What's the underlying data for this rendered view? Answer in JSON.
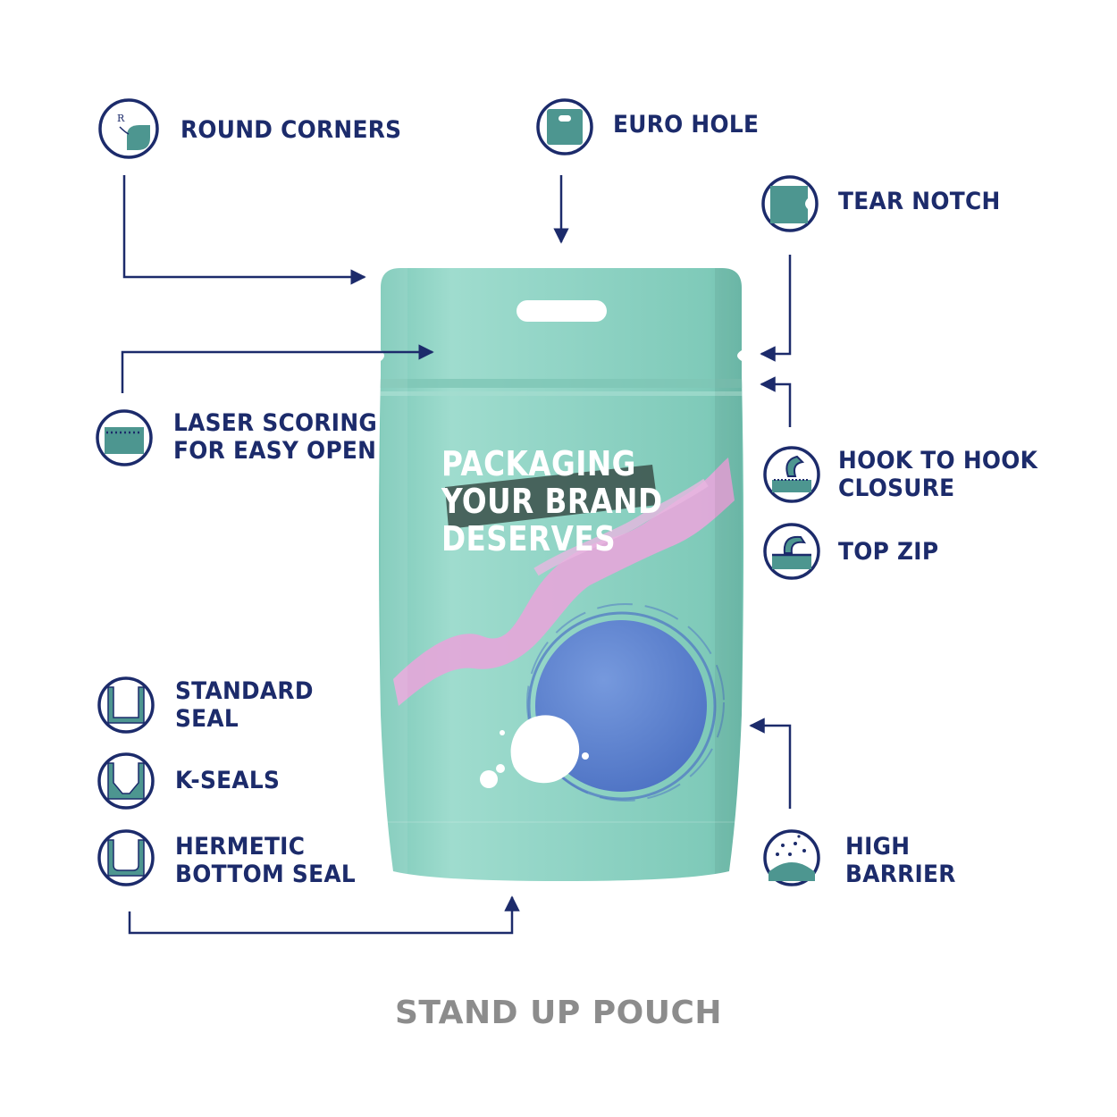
{
  "caption": "STAND UP POUCH",
  "pouch": {
    "lines": [
      "PACKAGING",
      "YOUR BRAND",
      "DESERVES"
    ],
    "colors": {
      "body": "#8fd3c4",
      "pink": "#e2a9d9",
      "blue": "#5f86d0",
      "navy": "#1c2b6b",
      "teal": "#4d9690"
    }
  },
  "features": {
    "round_corners": {
      "icon": "round-corners-icon",
      "lines": [
        "ROUND CORNERS"
      ],
      "icon_letter": "R"
    },
    "euro_hole": {
      "icon": "euro-hole-icon",
      "lines": [
        "EURO HOLE"
      ]
    },
    "tear_notch": {
      "icon": "tear-notch-icon",
      "lines": [
        "TEAR NOTCH"
      ]
    },
    "laser_scoring": {
      "icon": "laser-scoring-icon",
      "lines": [
        "LASER SCORING",
        "FOR EASY OPEN"
      ]
    },
    "hook_closure": {
      "icon": "hook-to-hook-icon",
      "lines": [
        "HOOK TO HOOK",
        "CLOSURE"
      ]
    },
    "top_zip": {
      "icon": "top-zip-icon",
      "lines": [
        "TOP ZIP"
      ]
    },
    "standard_seal": {
      "icon": "standard-seal-icon",
      "lines": [
        "STANDARD",
        "SEAL"
      ]
    },
    "k_seals": {
      "icon": "k-seal-icon",
      "lines": [
        "K-SEALS"
      ]
    },
    "hermetic_seal": {
      "icon": "hermetic-seal-icon",
      "lines": [
        "HERMETIC",
        "BOTTOM SEAL"
      ]
    },
    "high_barrier": {
      "icon": "high-barrier-icon",
      "lines": [
        "HIGH",
        "BARRIER"
      ]
    }
  }
}
